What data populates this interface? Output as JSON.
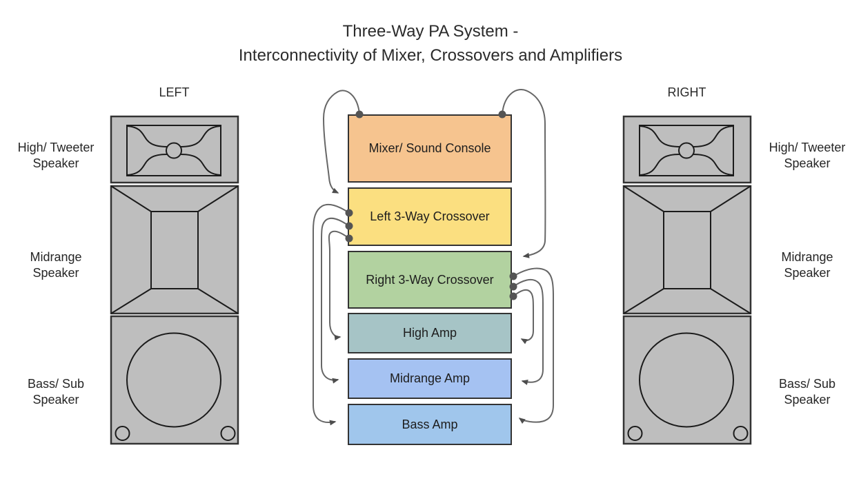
{
  "title": {
    "line1": "Three-Way PA System -",
    "line2": "Interconnectivity of Mixer, Crossovers and Amplifiers"
  },
  "channels": {
    "left": "LEFT",
    "right": "RIGHT"
  },
  "side_labels": {
    "left": [
      {
        "line1": "High/ Tweeter",
        "line2": "Speaker"
      },
      {
        "line1": "Midrange",
        "line2": "Speaker"
      },
      {
        "line1": "Bass/ Sub",
        "line2": "Speaker"
      }
    ],
    "right": [
      {
        "line1": "High/ Tweeter",
        "line2": "Speaker"
      },
      {
        "line1": "Midrange",
        "line2": "Speaker"
      },
      {
        "line1": "Bass/ Sub",
        "line2": "Speaker"
      }
    ]
  },
  "chain": {
    "boxes": [
      {
        "id": "mixer",
        "label": "Mixer/ Sound Console",
        "color": "#F6C48F"
      },
      {
        "id": "left-crossover",
        "label": "Left 3-Way Crossover",
        "color": "#FBDF80"
      },
      {
        "id": "right-crossover",
        "label": "Right 3-Way Crossover",
        "color": "#B2D2A0"
      },
      {
        "id": "high-amp",
        "label": "High Amp",
        "color": "#A6C4C6"
      },
      {
        "id": "midrange-amp",
        "label": "Midrange Amp",
        "color": "#A5C2F2"
      },
      {
        "id": "bass-amp",
        "label": "Bass Amp",
        "color": "#A0C6EC"
      }
    ]
  },
  "connections": [
    {
      "from": "Mixer/ Sound Console",
      "to": "Left 3-Way Crossover"
    },
    {
      "from": "Mixer/ Sound Console",
      "to": "Right 3-Way Crossover"
    },
    {
      "from": "Left 3-Way Crossover",
      "to": "High Amp"
    },
    {
      "from": "Left 3-Way Crossover",
      "to": "Midrange Amp"
    },
    {
      "from": "Left 3-Way Crossover",
      "to": "Bass Amp"
    },
    {
      "from": "Right 3-Way Crossover",
      "to": "High Amp"
    },
    {
      "from": "Right 3-Way Crossover",
      "to": "Midrange Amp"
    },
    {
      "from": "Right 3-Way Crossover",
      "to": "Bass Amp"
    }
  ],
  "colors": {
    "speaker_fill": "#BEBEBE",
    "speaker_stroke": "#333333",
    "wire": "#666666",
    "dot": "#545454",
    "background": "#ffffff"
  }
}
